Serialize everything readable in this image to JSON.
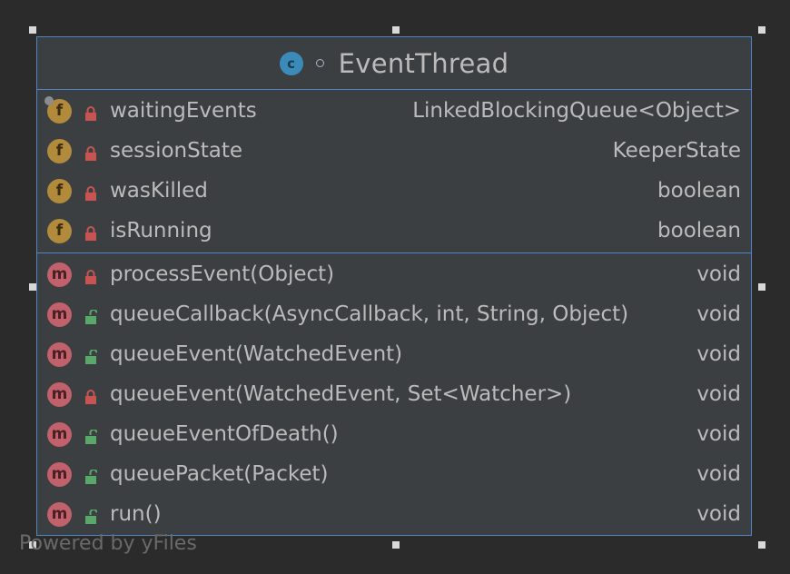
{
  "class": {
    "kind_letter": "c",
    "name": "EventThread",
    "fields": [
      {
        "kind": "f",
        "name": "waitingEvents",
        "type": "LinkedBlockingQueue<Object>",
        "access": "private"
      },
      {
        "kind": "f",
        "name": "sessionState",
        "type": "KeeperState",
        "access": "private"
      },
      {
        "kind": "f",
        "name": "wasKilled",
        "type": "boolean",
        "access": "private"
      },
      {
        "kind": "f",
        "name": "isRunning",
        "type": "boolean",
        "access": "private"
      }
    ],
    "methods": [
      {
        "kind": "m",
        "name": "processEvent(Object)",
        "type": "void",
        "access": "private"
      },
      {
        "kind": "m",
        "name": "queueCallback(AsyncCallback, int, String, Object)",
        "type": "void",
        "access": "public"
      },
      {
        "kind": "m",
        "name": "queueEvent(WatchedEvent)",
        "type": "void",
        "access": "public"
      },
      {
        "kind": "m",
        "name": "queueEvent(WatchedEvent, Set<Watcher>)",
        "type": "void",
        "access": "private"
      },
      {
        "kind": "m",
        "name": "queueEventOfDeath()",
        "type": "void",
        "access": "public"
      },
      {
        "kind": "m",
        "name": "queuePacket(Packet)",
        "type": "void",
        "access": "public"
      },
      {
        "kind": "m",
        "name": "run()",
        "type": "void",
        "access": "public"
      }
    ]
  },
  "footer": "Powered by yFiles",
  "colors": {
    "background": "#2b2b2b",
    "box": "#3c3f41",
    "border": "#4f86c6",
    "text": "#bbbbbb",
    "field_icon": "#b28a3b",
    "method_icon": "#c0616b",
    "private_lock": "#c75450",
    "public_lock": "#59a869"
  }
}
